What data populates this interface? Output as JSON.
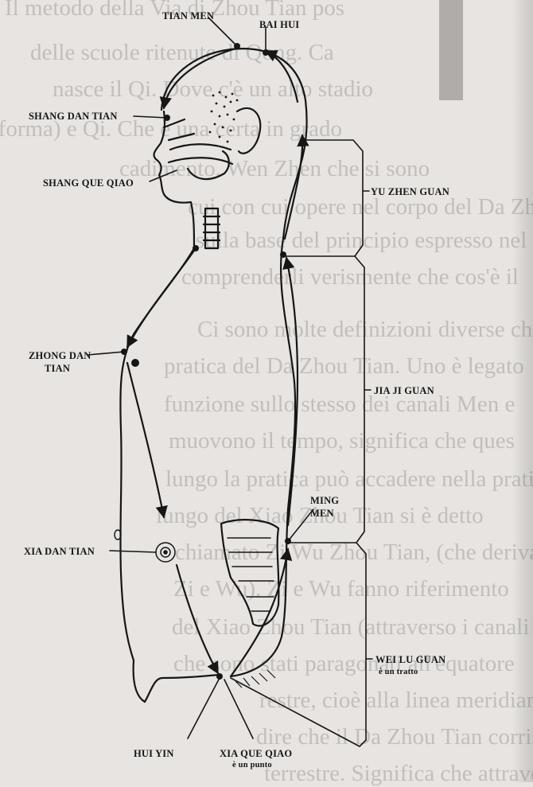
{
  "background_text": [
    "Il metodo della Via di Zhou Tian pos",
    "delle scuole ritenute di Qong. Ca",
    "nasce il Qi. Dove c'è un alto stadio",
    "(forma) e Qi. Che è una certa in grado",
    "cadimento. Wen Zhen che si sono",
    "cui con cui opere nel corpo del Da Zhou",
    "sulla base del principio espresso nel",
    "comprenderli verismente che cos'è il",
    "Ci sono molte definizioni diverse che",
    "pratica del Da Zhou Tian. Uno è legato",
    "funzione sullo stesso dei canali Men e",
    "muovono il tempo, significa che ques",
    "lungo la pratica può accadere nella pratica di",
    "lungo del Xiao Zhou Tian si è detto",
    "chiamato Zi Wu Zhou Tian, (che deriva",
    "Zi e Wu). Zi e Wu fanno riferimento",
    "del Xiao Zhou Tian (attraverso i canali",
    "che sono stati paragonati all'equatore",
    "restre, cioè alla linea meridiana ; in",
    "dire che il Da Zhou Tian corrisponde al",
    "terrestre. Significa che attraverso la ci"
  ],
  "labels": {
    "tian_men": "TIAN MEN",
    "bai_hui": "BAI HUI",
    "shang_dan_tian": "SHANG DAN TIAN",
    "shang_que_qiao": "SHANG QUE QIAO",
    "yu_zhen_guan": "YU ZHEN GUAN",
    "zhong_dan_tian_1": "ZHONG DAN",
    "zhong_dan_tian_2": "TIAN",
    "jia_ji_guan": "JIA JI GUAN",
    "ming_men_1": "MING",
    "ming_men_2": "MEN",
    "xia_dan_tian": "XIA DAN TIAN",
    "wei_lu_guan": "WEI LU GUAN",
    "wei_lu_guan_sub": "è un tratto",
    "hui_yin": "HUI  YIN",
    "xia_que_qiao": "XIA QUE QIAO",
    "xia_que_qiao_sub": "è un punto"
  },
  "colors": {
    "ink": "#161616",
    "paper": "#e7e4e1",
    "bleed": "#5d5a59"
  }
}
